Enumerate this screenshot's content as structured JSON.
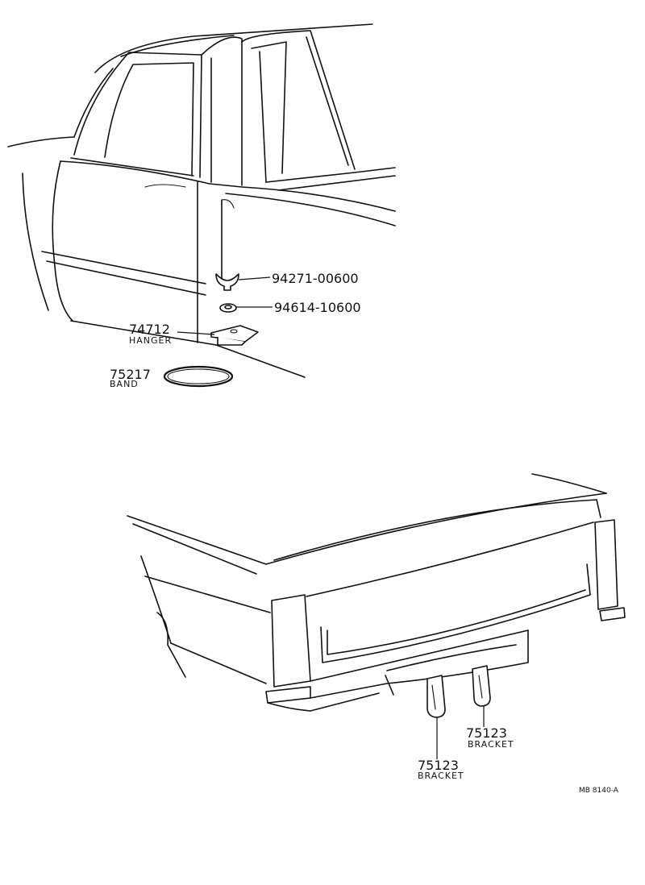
{
  "callouts": {
    "wing_bolt": {
      "number": "94271-00600"
    },
    "nut": {
      "number": "94614-10600"
    },
    "hanger": {
      "number": "74712",
      "name": "HANGER"
    },
    "band": {
      "number": "75217",
      "name": "BAND"
    },
    "bracket_right": {
      "number": "75123",
      "name": "BRACKET"
    },
    "bracket_left": {
      "number": "75123",
      "name": "BRACKET"
    }
  },
  "drawing_code": "MB 8140-A"
}
